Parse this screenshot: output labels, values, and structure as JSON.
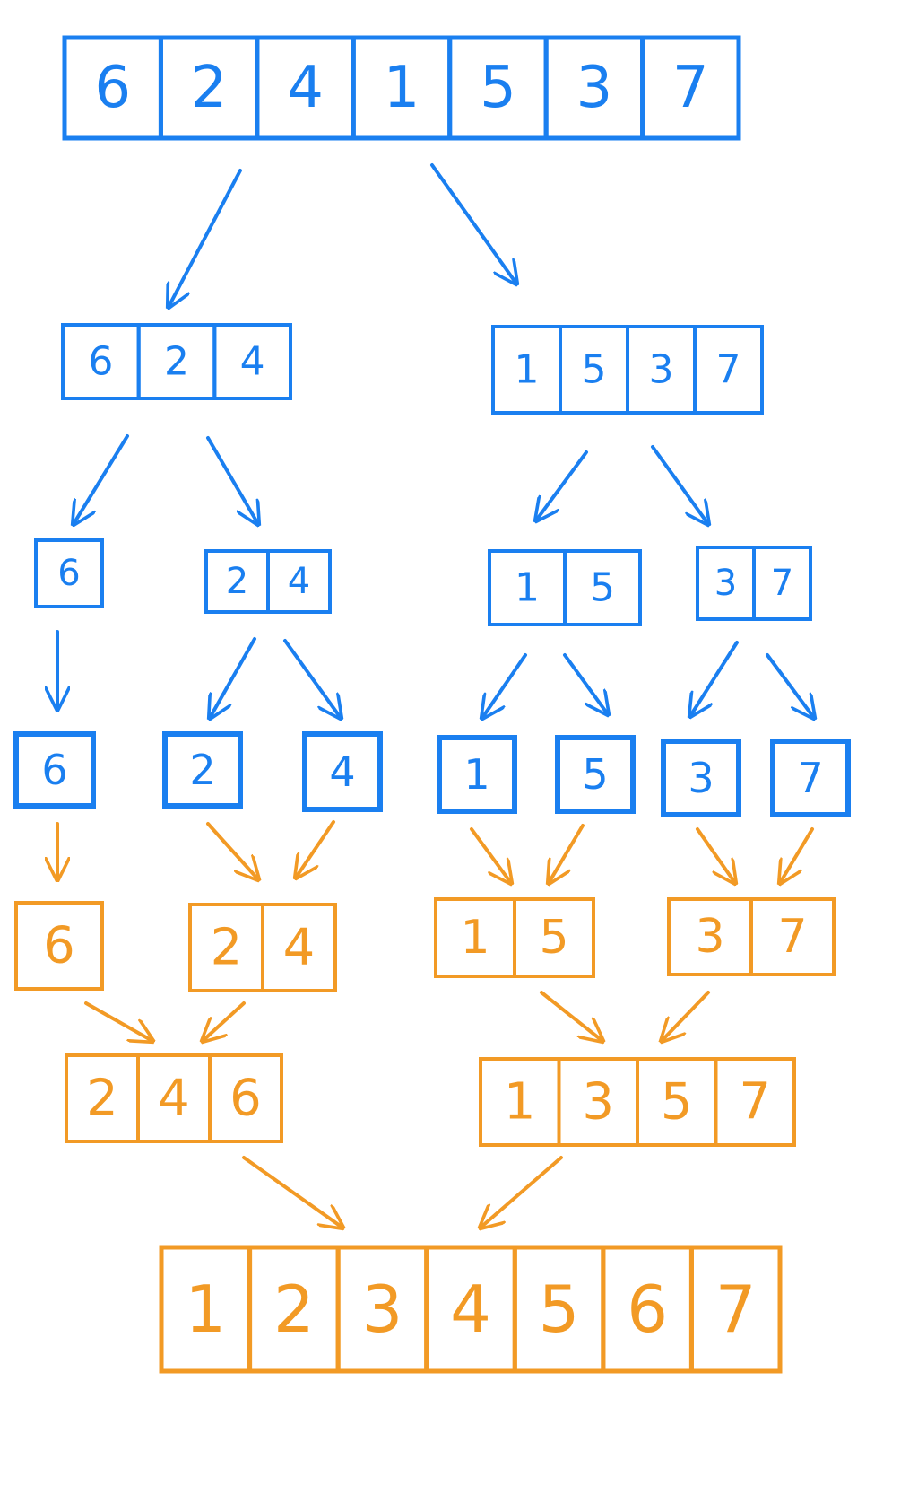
{
  "colors": {
    "split": "#1a7ff0",
    "merge": "#f29a25"
  },
  "arrays": {
    "root": [
      "6",
      "2",
      "4",
      "1",
      "5",
      "3",
      "7"
    ],
    "left": [
      "6",
      "2",
      "4"
    ],
    "right": [
      "1",
      "5",
      "3",
      "7"
    ],
    "l_single_6": [
      "6"
    ],
    "l_24": [
      "2",
      "4"
    ],
    "r_15": [
      "1",
      "5"
    ],
    "r_37": [
      "3",
      "7"
    ],
    "leaf_6": [
      "6"
    ],
    "leaf_2": [
      "2"
    ],
    "leaf_4": [
      "4"
    ],
    "leaf_1": [
      "1"
    ],
    "leaf_5": [
      "5"
    ],
    "leaf_3": [
      "3"
    ],
    "leaf_7": [
      "7"
    ],
    "m_6": [
      "6"
    ],
    "m_24": [
      "2",
      "4"
    ],
    "m_15": [
      "1",
      "5"
    ],
    "m_37": [
      "3",
      "7"
    ],
    "m_246": [
      "2",
      "4",
      "6"
    ],
    "m_1357": [
      "1",
      "3",
      "5",
      "7"
    ],
    "result": [
      "1",
      "2",
      "3",
      "4",
      "5",
      "6",
      "7"
    ]
  }
}
